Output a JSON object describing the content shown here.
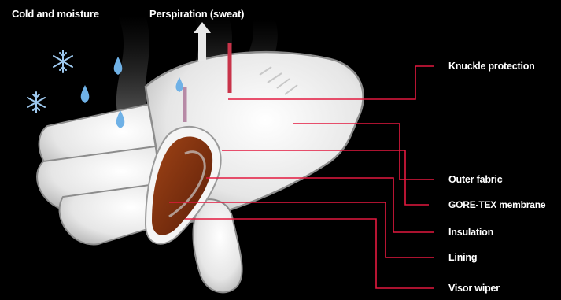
{
  "top_labels": {
    "cold": "Cold and moisture",
    "sweat": "Perspiration (sweat)"
  },
  "callouts": {
    "knuckle": "Knuckle protection",
    "outer": "Outer fabric",
    "membrane": "GORE-TEX membrane",
    "insulation": "Insulation",
    "lining": "Lining",
    "visor": "Visor wiper"
  },
  "colors": {
    "background": "#000000",
    "leader": "#e3193f",
    "glove": "#eeeeee",
    "cutaway": "#7a2a10",
    "drop": "#6fb1e6"
  }
}
